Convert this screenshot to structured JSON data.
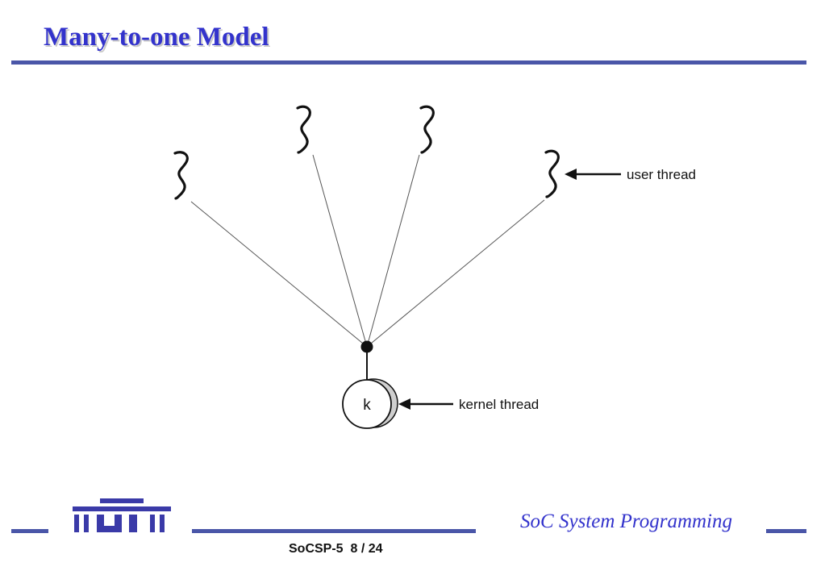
{
  "slide": {
    "title": "Many-to-one Model"
  },
  "diagram": {
    "user_thread_label": "user thread",
    "kernel_thread_label": "kernel thread",
    "kernel_symbol": "k",
    "user_thread_count": 4
  },
  "footer": {
    "logo_name": "TUT logo",
    "course": "SoC System Programming",
    "page_label": "SoCSP-5",
    "page_number": "8 / 24"
  },
  "colors": {
    "title": "#3333cc",
    "rule": "#4a56a8",
    "diagram_line": "#555555"
  }
}
